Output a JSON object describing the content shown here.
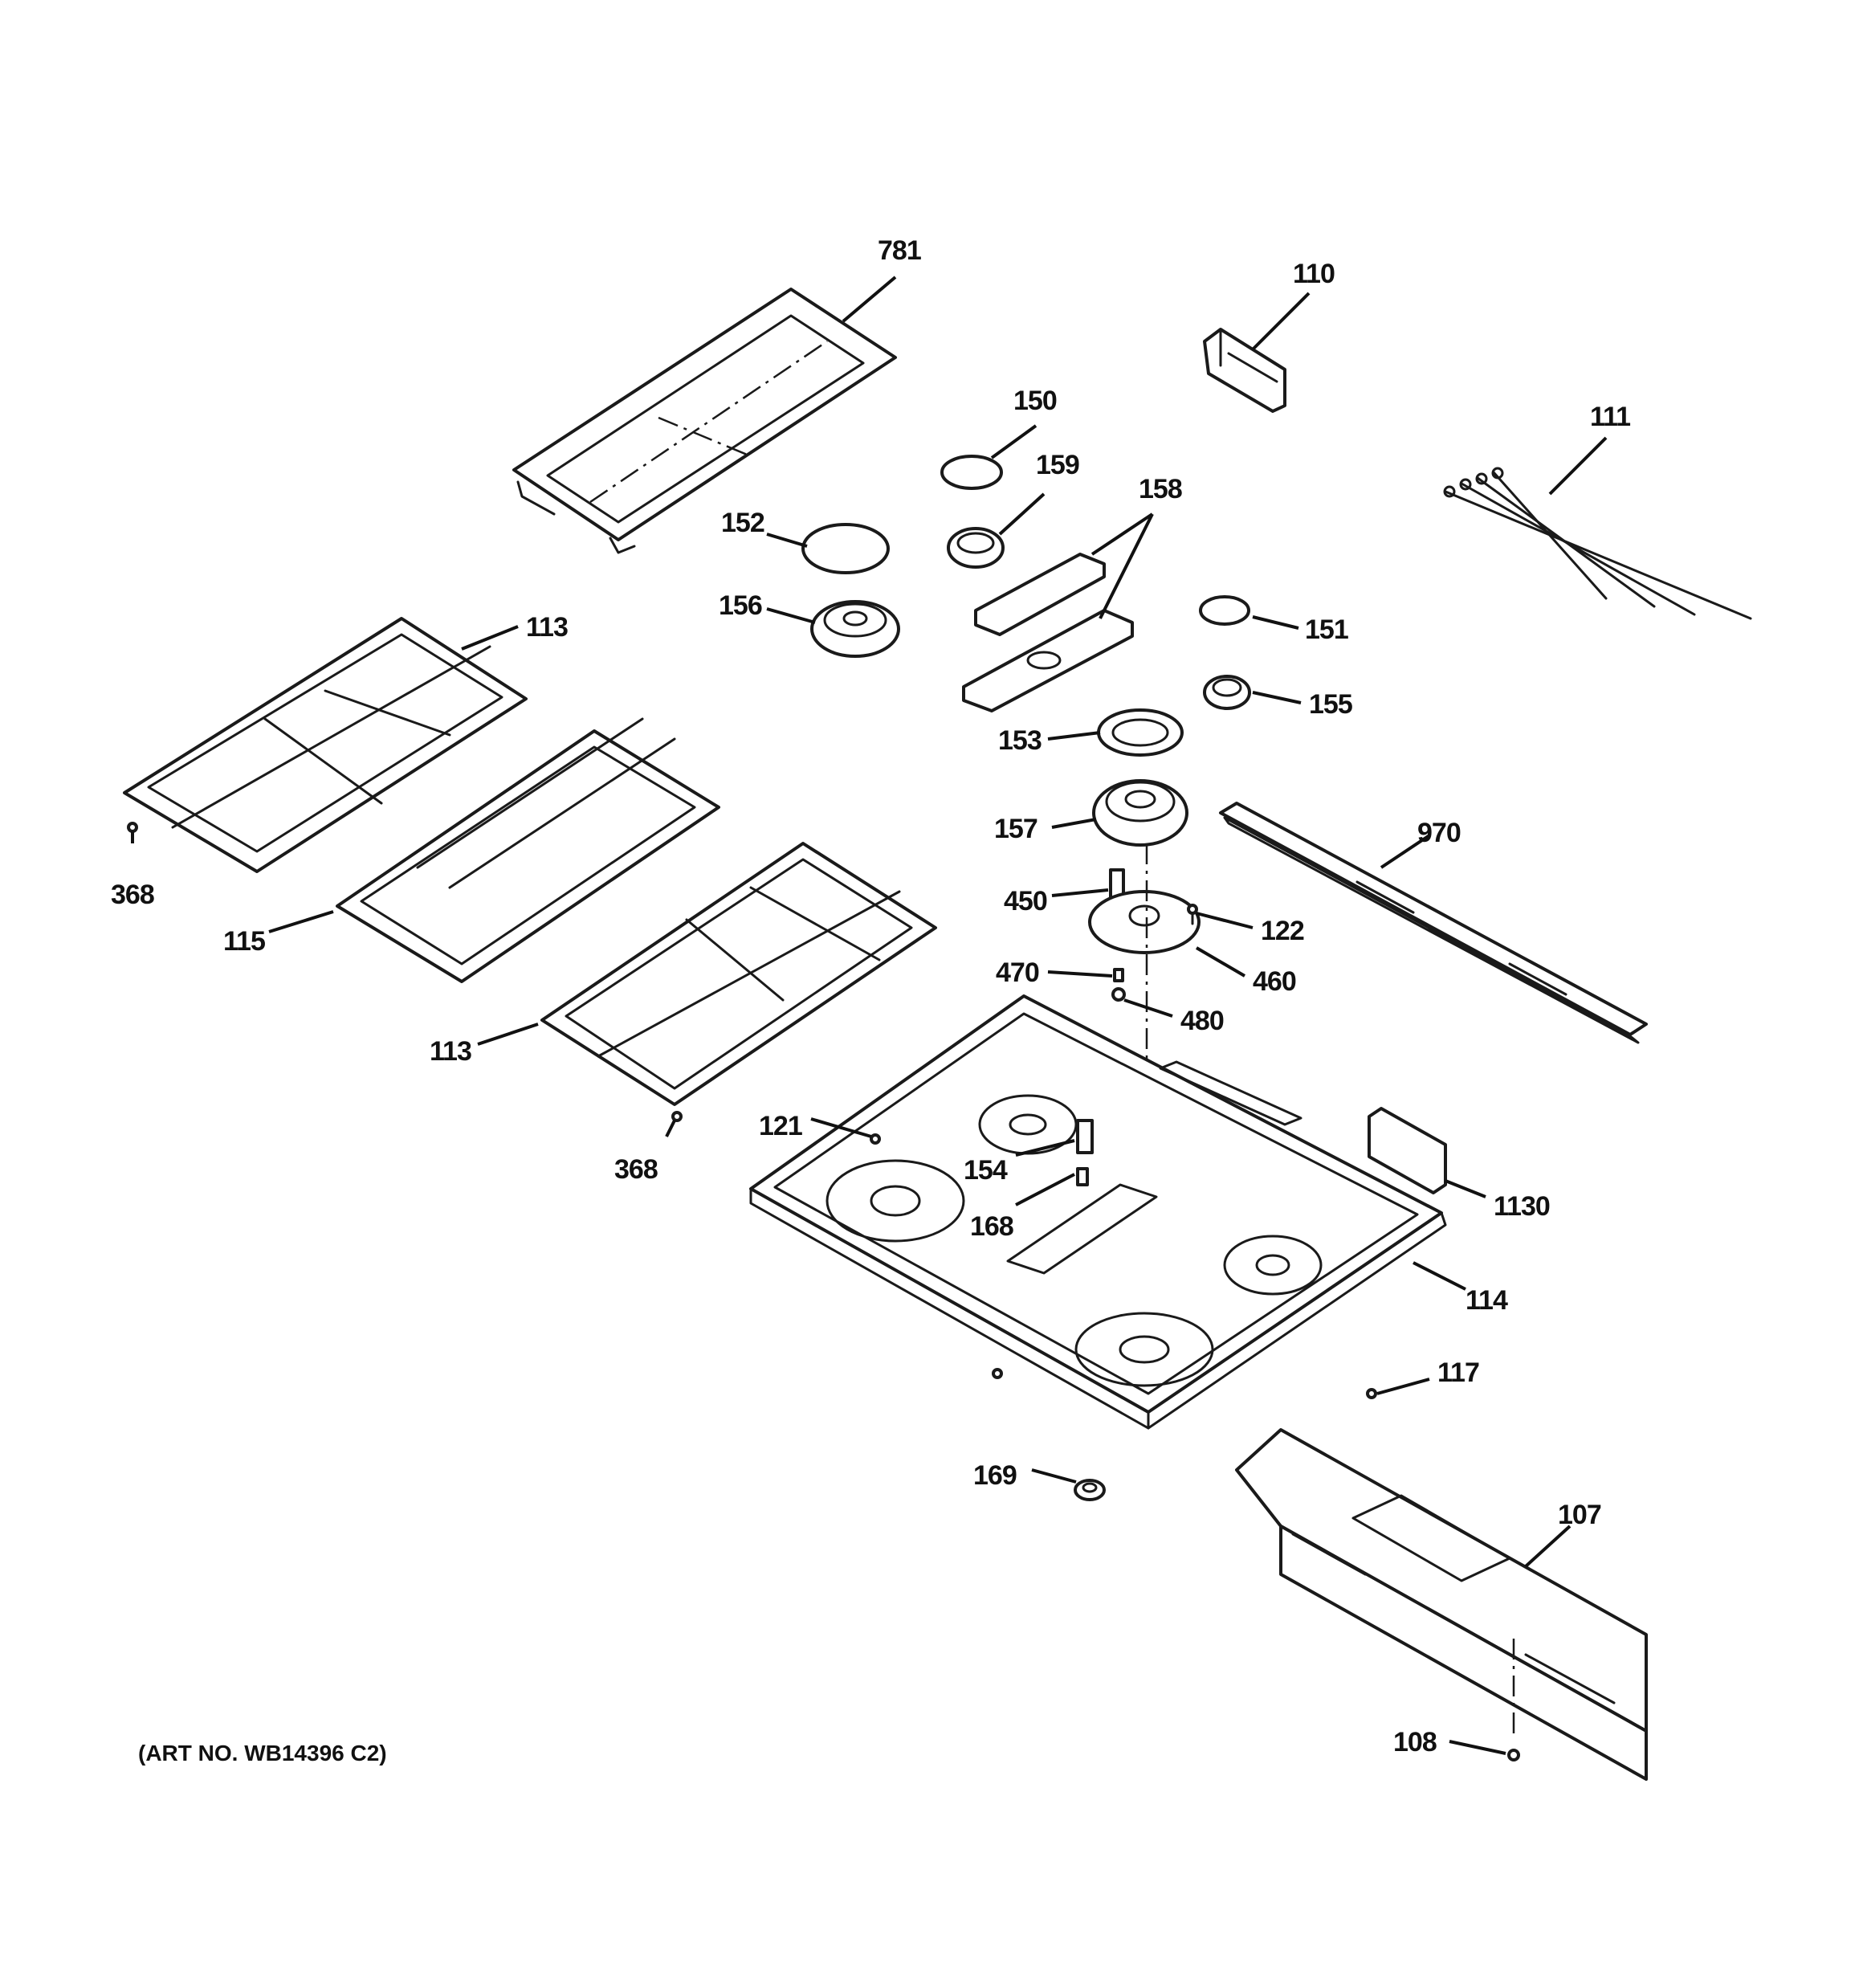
{
  "art_number": "(ART NO. WB14396 C2)",
  "callouts": {
    "c781": "781",
    "c110": "110",
    "c150": "150",
    "c159": "159",
    "c111": "111",
    "c158": "158",
    "c152": "152",
    "c156": "156",
    "c151": "151",
    "c155": "155",
    "c113a": "113",
    "c153": "153",
    "c157": "157",
    "c970": "970",
    "c368a": "368",
    "c115": "115",
    "c450": "450",
    "c122": "122",
    "c470": "470",
    "c460": "460",
    "c480": "480",
    "c113b": "113",
    "c121": "121",
    "c368b": "368",
    "c154": "154",
    "c1130": "1130",
    "c168": "168",
    "c114": "114",
    "c117": "117",
    "c169": "169",
    "c107": "107",
    "c108": "108"
  }
}
